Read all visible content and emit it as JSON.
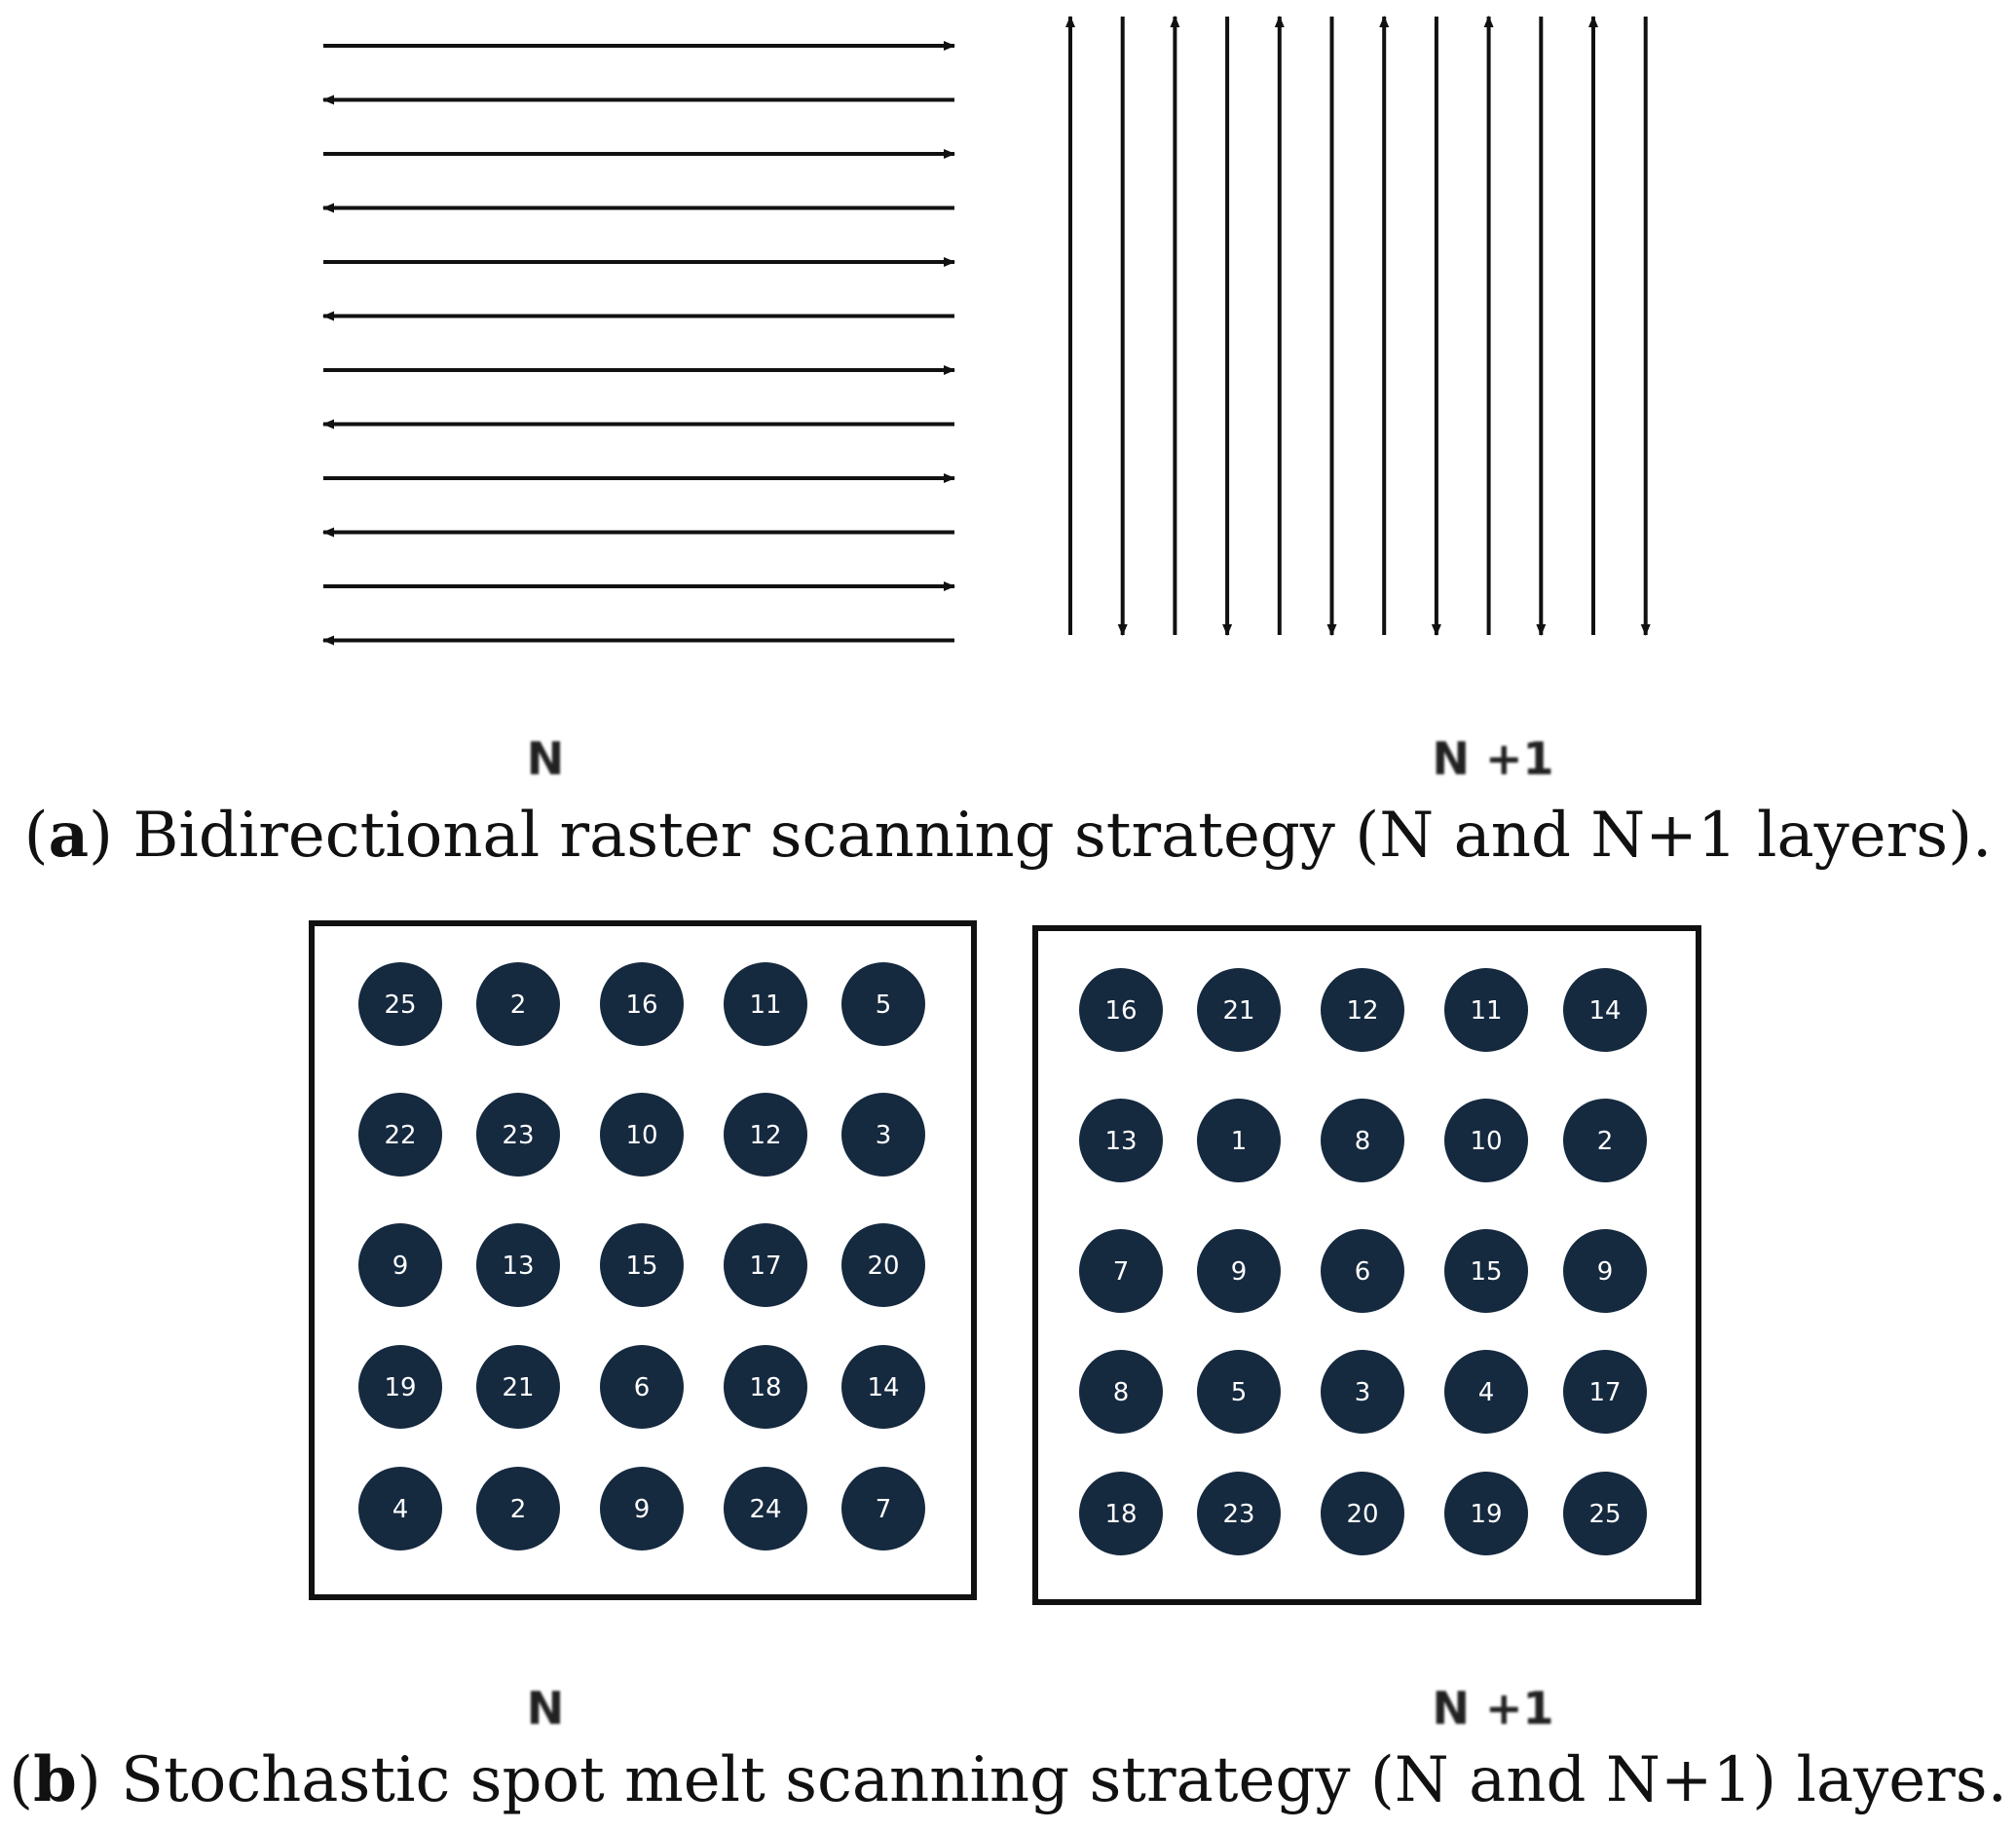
{
  "panel_a": {
    "layer_n_label": "N",
    "layer_n1_label": "N +1",
    "caption_letter": "a",
    "caption_text": " Bidirectional raster scanning strategy (N and N+1 layers).",
    "horizontal_directions": [
      "right",
      "left",
      "right",
      "left",
      "right",
      "left",
      "right",
      "left",
      "right",
      "left",
      "right",
      "left"
    ],
    "vertical_directions": [
      "up",
      "down",
      "up",
      "down",
      "up",
      "down",
      "up",
      "down",
      "up",
      "down",
      "up",
      "down"
    ]
  },
  "panel_b": {
    "layer_n_label": "N",
    "layer_n1_label": "N +1",
    "caption_letter": "b",
    "caption_text": " Stochastic spot melt scanning strategy (N and N+1) layers.",
    "grid_n": [
      [
        25,
        2,
        16,
        11,
        5
      ],
      [
        22,
        23,
        10,
        12,
        3
      ],
      [
        9,
        13,
        15,
        17,
        20
      ],
      [
        19,
        21,
        6,
        18,
        14
      ],
      [
        4,
        2,
        9,
        24,
        7
      ]
    ],
    "grid_n1": [
      [
        16,
        21,
        12,
        11,
        14
      ],
      [
        13,
        1,
        8,
        10,
        2
      ],
      [
        7,
        9,
        6,
        15,
        9
      ],
      [
        8,
        5,
        3,
        4,
        17
      ],
      [
        18,
        23,
        20,
        19,
        25
      ]
    ]
  },
  "colors": {
    "spot_fill": "#15293f",
    "spot_text": "#ffffff",
    "line": "#111111",
    "box": "#111111"
  }
}
